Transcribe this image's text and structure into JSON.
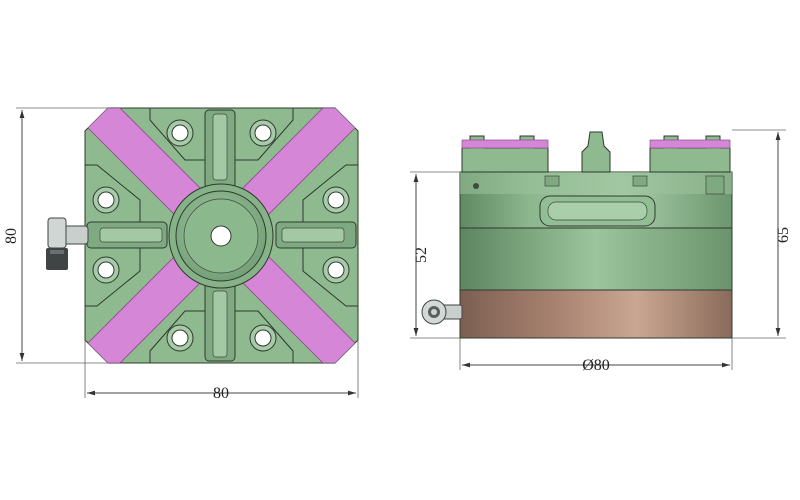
{
  "drawing": {
    "top_view": {
      "dim_height": "80",
      "dim_width": "80"
    },
    "side_view": {
      "dim_left_height": "52",
      "dim_right_height": "65",
      "dim_diameter": "Ø80"
    }
  },
  "colors": {
    "body_green": "#8fb98f",
    "body_green_dark": "#6e9a70",
    "accent_magenta": "#d586d6",
    "base_bronze": "#b28a74",
    "fitting_metal": "#c8cfcc",
    "fitting_dark": "#3f4444"
  }
}
